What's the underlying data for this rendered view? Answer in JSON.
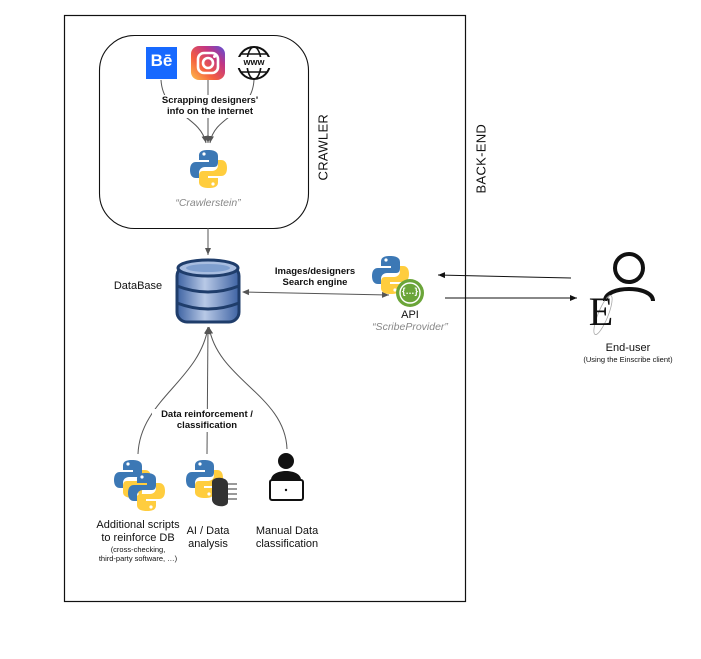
{
  "regions": {
    "backend_label": "BACK-END",
    "crawler_label": "CRAWLER"
  },
  "crawler": {
    "sources": [
      {
        "name": "behance",
        "label": "Bē"
      },
      {
        "name": "instagram",
        "label": ""
      },
      {
        "name": "www",
        "label": "www"
      }
    ],
    "scrape_label_line1": "Scrapping designers'",
    "scrape_label_line2": "info on the internet",
    "name": "“Crawlerstein”"
  },
  "database": {
    "label": "DataBase"
  },
  "api": {
    "edge_label_line1": "Images/designers",
    "edge_label_line2": "Search engine",
    "label": "API",
    "name": "“ScribeProvider”",
    "badge": "{…}"
  },
  "end_user": {
    "label": "End-user",
    "sublabel": "(Using the Einscribe client)",
    "logo_letter": "E"
  },
  "reinforcement": {
    "edge_label_line1": "Data reinforcement /",
    "edge_label_line2": "classification",
    "items": [
      {
        "title_line1": "Additional scripts",
        "title_line2": "to reinforce DB",
        "note_line1": "(cross-checking,",
        "note_line2": "third-party software, …)"
      },
      {
        "title_line1": "AI / Data",
        "title_line2": "analysis"
      },
      {
        "title_line1": "Manual Data",
        "title_line2": "classification"
      }
    ]
  },
  "colors": {
    "python_blue": "#3c78b5",
    "python_yellow": "#ffcd3e",
    "behance_blue": "#1769ff",
    "api_green": "#6ba539",
    "db_navy": "#1f3d6b",
    "db_fill": "#7f9fcf",
    "edge_grey": "#555555"
  }
}
